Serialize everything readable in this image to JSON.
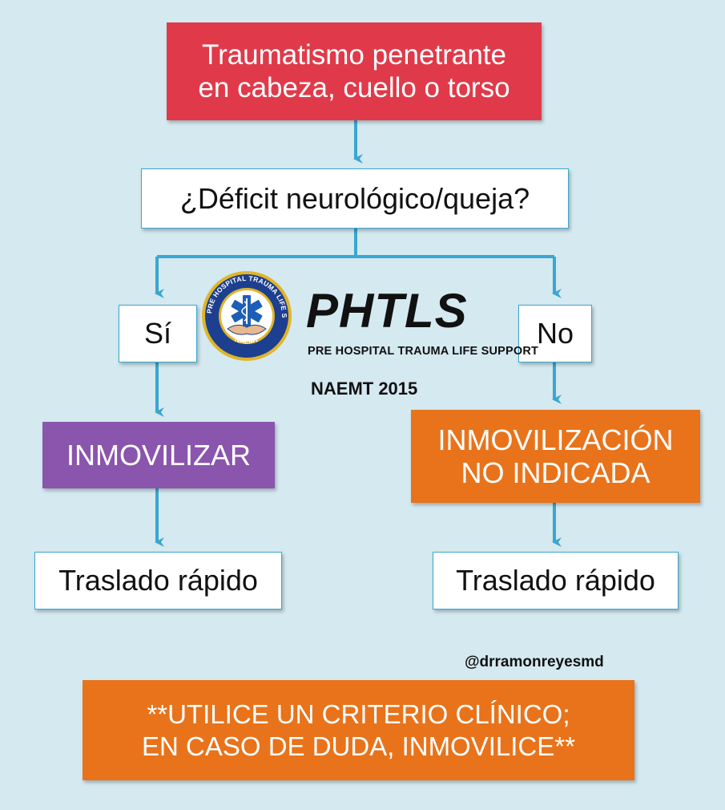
{
  "flowchart": {
    "title_box": "Traumatismo penetrante\nen cabeza, cuello o torso",
    "question": "¿Déficit neurológico/queja?",
    "yes_label": "Sí",
    "no_label": "No",
    "yes_action": "INMOVILIZAR",
    "no_action": "INMOVILIZACIÓN\nNO INDICADA",
    "yes_result": "Traslado rápido",
    "no_result": "Traslado rápido",
    "note": "**UTILICE UN CRITERIO CLÍNICO;\nEN CASO DE DUDA, INMOVILICE**"
  },
  "logo": {
    "wordmark": "PHTLS",
    "subtitle": "PRE HOSPITAL TRAUMA LIFE SUPPORT",
    "seal_ring_text": "PRE HOSPITAL TRAUMA LIFE SUPPORT",
    "seal_bottom_text": "NAEMT",
    "edition": "NAEMT 2015"
  },
  "credit": "@drramonreyesmd",
  "colors": {
    "background": "#d4e9f0",
    "connector": "#3aa7cf",
    "red": "#e03a4a",
    "purple": "#8a55ad",
    "orange": "#e8731b",
    "seal_blue": "#1d3f8f",
    "seal_gold": "#e0b52a"
  }
}
